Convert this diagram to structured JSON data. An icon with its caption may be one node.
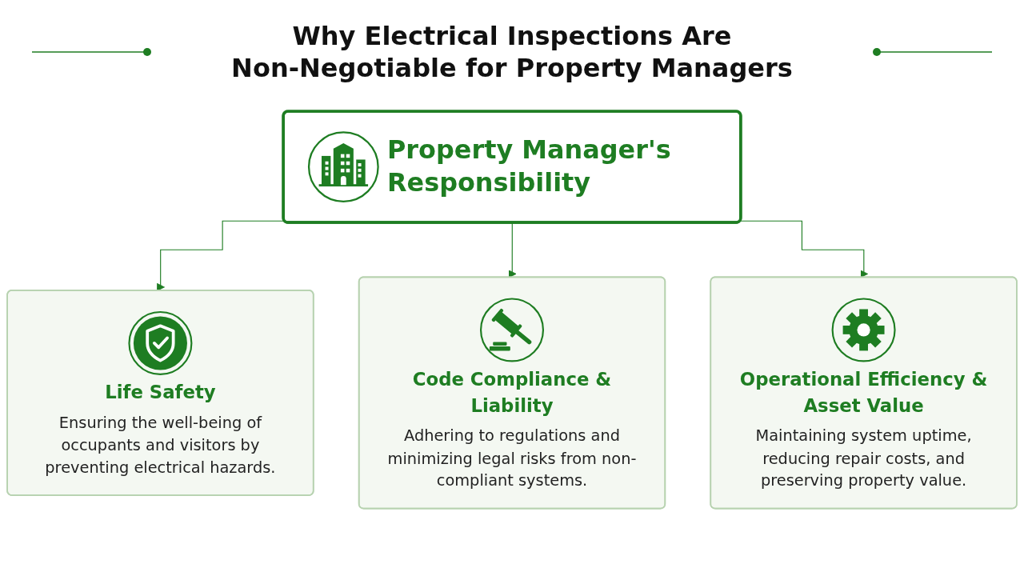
{
  "diagram": {
    "title": "Why Electrical Inspections Are Non-Negotiable for Property Managers",
    "nodes": [
      {
        "text": [
          "Property Manager's Responsibility"
        ]
      },
      {
        "text": [
          "Life Safety",
          "Ensuring the well-being of occupants and visitors by preventing electrical hazards."
        ]
      },
      {
        "text": [
          "Code Compliance & Liability",
          "Adhering to regulations and minimizing legal risks from non-compliant systems."
        ]
      },
      {
        "text": [
          "Operational Efficiency & Asset Value",
          "Maintaining system uptime, reducing repair costs, and preserving property value."
        ]
      }
    ],
    "edges": [
      {
        "from": 0,
        "to": 1,
        "arrow": "to"
      },
      {
        "from": 0,
        "to": 2,
        "arrow": "to"
      },
      {
        "from": 0,
        "to": 3,
        "arrow": "to"
      }
    ]
  }
}
